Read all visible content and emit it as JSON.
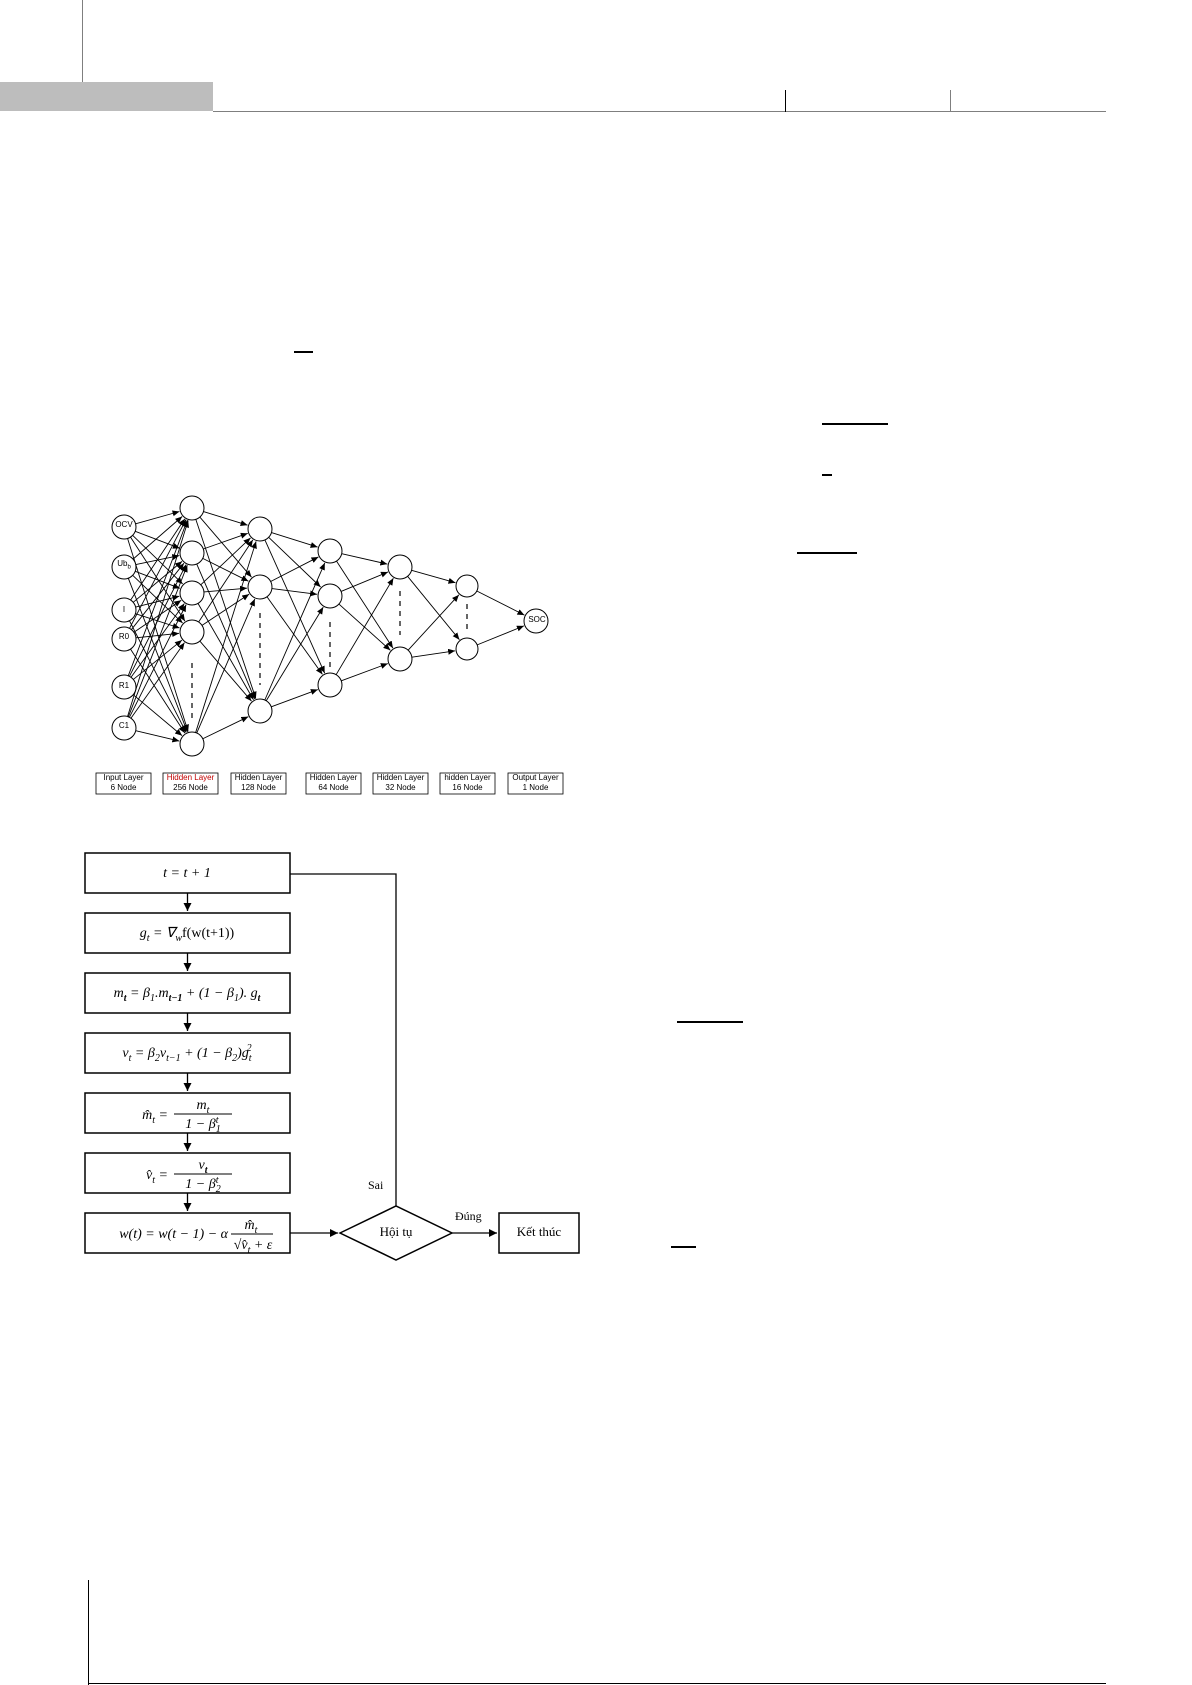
{
  "colors": {
    "header_bar": "#bdbdbd",
    "rule": "#7f7f7f",
    "line": "#000000",
    "hidden_label": "#c00000"
  },
  "nn": {
    "input_nodes": [
      "OCV",
      "Ub",
      "I",
      "R0",
      "R1",
      "C1"
    ],
    "input_sub": "b",
    "output_node": "SOC",
    "layers": [
      {
        "title": "Input Layer",
        "title_color": "black",
        "count": "6 Node"
      },
      {
        "title": "Hidden Layer",
        "title_color": "red",
        "count": "256 Node"
      },
      {
        "title": "Hidden Layer",
        "title_color": "black",
        "count": "128 Node"
      },
      {
        "title": "Hidden Layer",
        "title_color": "black",
        "count": "64 Node"
      },
      {
        "title": "Hidden Layer",
        "title_color": "black",
        "count": "32 Node"
      },
      {
        "title": "hidden Layer",
        "title_color": "black",
        "count": "16 Node"
      },
      {
        "title": "Output Layer",
        "title_color": "black",
        "count": "1 Node"
      }
    ]
  },
  "flowchart": {
    "decision": "Hội tụ",
    "yes_label": "Đúng",
    "no_label": "Sai",
    "end": "Kết thúc"
  }
}
